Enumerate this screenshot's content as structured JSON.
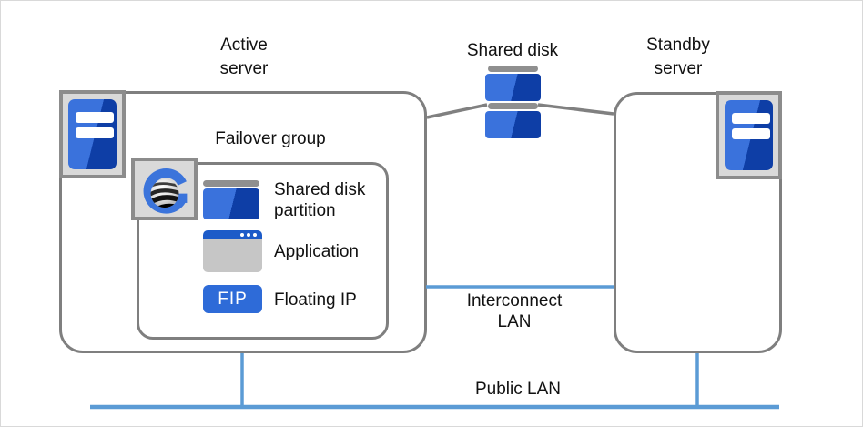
{
  "diagram": {
    "active_server_label": "Active server",
    "shared_disk_label": "Shared disk",
    "standby_server_label": "Standby server",
    "failover_group_label": "Failover group",
    "interconnect_lan_label": "Interconnect LAN",
    "public_lan_label": "Public LAN",
    "failover_group": {
      "items": [
        {
          "icon": "shared-disk-partition-icon",
          "label": "Shared disk partition"
        },
        {
          "icon": "application-window-icon",
          "label": "Application"
        },
        {
          "icon": "floating-ip-chip",
          "label": "Floating IP",
          "chip_text": "FIP"
        }
      ]
    },
    "icons": {
      "active_server": "server-tower-icon",
      "standby_server": "server-tower-icon",
      "shared_disk": "disk-stack-icon",
      "cluster_logo": "cluster-product-logo-icon"
    },
    "colors": {
      "box_border_gray": "#7f7f7f",
      "lan_line_blue": "#5b9bd5",
      "connector_gray": "#808080",
      "server_blue_light": "#3a72dc",
      "server_blue_dark": "#0e3ea6",
      "chip_blue": "#2e6bd8",
      "app_titlebar_blue": "#1d5bc8",
      "app_body_gray": "#c6c6c6",
      "icon_plate_gray": "#d9d9d9",
      "icon_plate_border_gray": "#8c8c8c",
      "disk_cap_gray": "#8f8f8f"
    }
  }
}
